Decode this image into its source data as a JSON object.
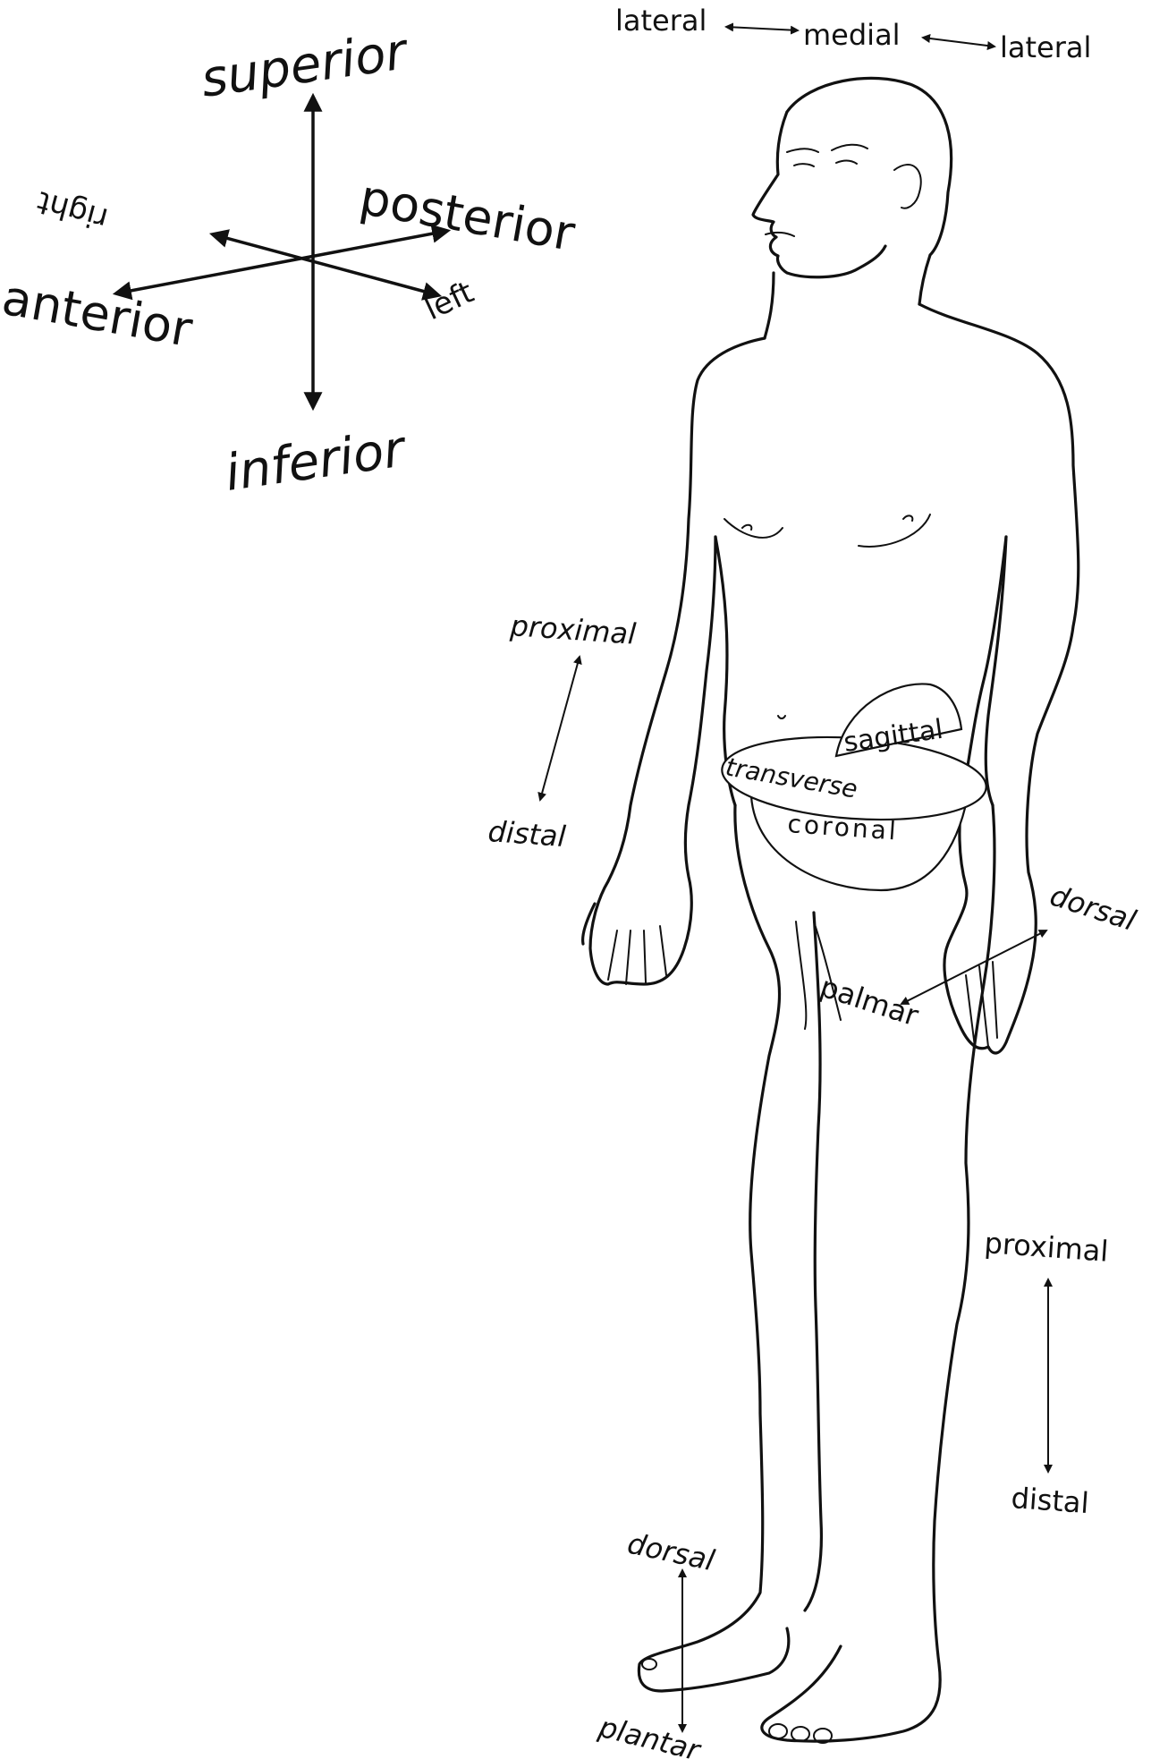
{
  "orientation": {
    "superior": "superior",
    "inferior": "inferior",
    "anterior": "anterior",
    "posterior": "posterior",
    "right": "right",
    "left": "left"
  },
  "head_axis": {
    "lateral_left": "lateral",
    "medial": "medial",
    "lateral_right": "lateral"
  },
  "arm_axis": {
    "proximal": "proximal",
    "distal": "distal"
  },
  "leg_axis": {
    "proximal": "proximal",
    "distal": "distal"
  },
  "planes": {
    "sagittal": "sagittal",
    "transverse": "transverse",
    "coronal": "coronal"
  },
  "hand_axis": {
    "dorsal": "dorsal",
    "palmar": "palmar"
  },
  "foot_axis": {
    "dorsal": "dorsal",
    "plantar": "plantar"
  }
}
